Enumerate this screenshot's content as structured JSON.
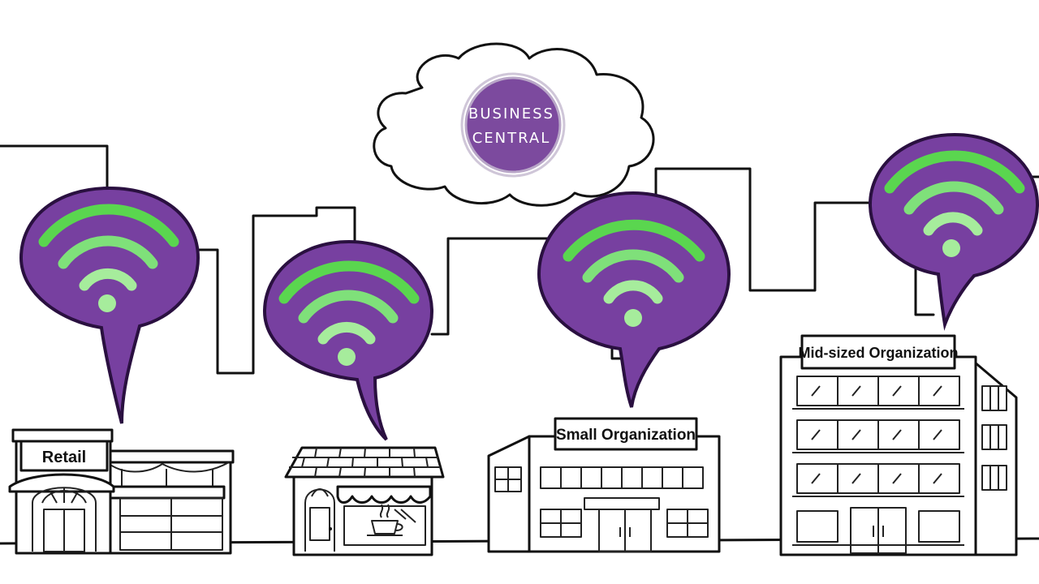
{
  "cloud": {
    "badge_line1": "BUSINESS",
    "badge_line2": "CENTRAL",
    "badge_color": "#7c4a9e"
  },
  "buildings": [
    {
      "label": "Retail"
    },
    {
      "label": ""
    },
    {
      "label": "Small Organization"
    },
    {
      "label": "Mid-sized Organization"
    }
  ],
  "wifi": {
    "bubble_color": "#7740a0",
    "signal_colors": [
      "#5ad64f",
      "#7fe07a",
      "#a6ec9c"
    ],
    "icon": "wifi-signal-icon",
    "count": 4
  },
  "icons": {
    "coffee_cup": "coffee-cup-icon",
    "cloud": "cloud-icon"
  }
}
